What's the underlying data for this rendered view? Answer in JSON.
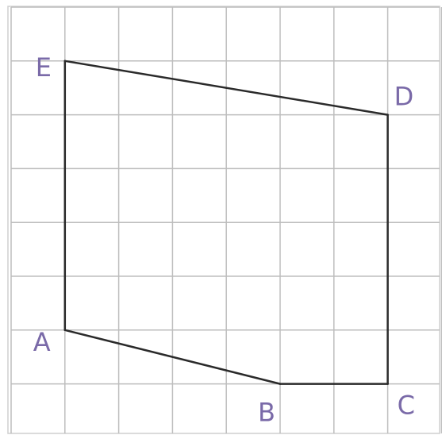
{
  "grid": {
    "columns": 8,
    "rows": 8
  },
  "points": [
    {
      "id": "A",
      "label": "A",
      "col": 1,
      "row": 6
    },
    {
      "id": "B",
      "label": "B",
      "col": 5,
      "row": 7
    },
    {
      "id": "C",
      "label": "C",
      "col": 7,
      "row": 7
    },
    {
      "id": "D",
      "label": "D",
      "col": 7,
      "row": 2
    },
    {
      "id": "E",
      "label": "E",
      "col": 1,
      "row": 1
    }
  ],
  "polygon_order": [
    "A",
    "B",
    "C",
    "D",
    "E"
  ],
  "colors": {
    "grid": "#bdbdbd",
    "edge": "#2a2a2a",
    "label": "#7a6aa8"
  }
}
